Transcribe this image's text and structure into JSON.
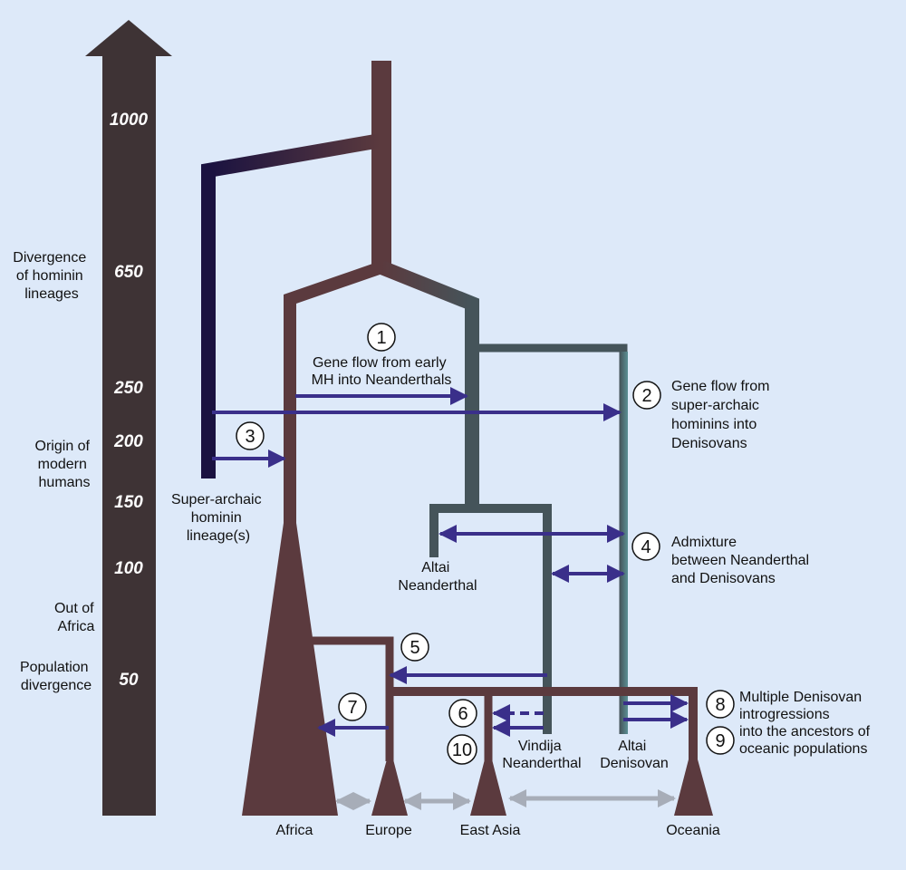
{
  "colors": {
    "background": "#dde9f9",
    "axis": "#3e3335",
    "modern_human": "#5b3a3e",
    "neanderthal": "#45545a",
    "denisovan": "#5b8f94",
    "super_archaic": "#1a1240",
    "gene_flow_arrow": "#3a2f8a",
    "migration_arrow": "#a7adb8"
  },
  "axis": {
    "ticks": [
      "1000",
      "650",
      "250",
      "200",
      "150",
      "100",
      "50"
    ]
  },
  "events": {
    "divergence": [
      "Divergence",
      "of hominin",
      "lineages"
    ],
    "origin": [
      "Origin of",
      "modern",
      "humans"
    ],
    "out_of_africa": [
      "Out of",
      "Africa"
    ],
    "population_divergence": [
      "Population",
      "divergence"
    ]
  },
  "lineages": {
    "super_archaic": [
      "Super-archaic",
      "hominin",
      "lineage(s)"
    ],
    "altai_neanderthal": [
      "Altai",
      "Neanderthal"
    ],
    "vindija_neanderthal": [
      "Vindija",
      "Neanderthal"
    ],
    "altai_denisovan": [
      "Altai",
      "Denisovan"
    ]
  },
  "populations": [
    "Africa",
    "Europe",
    "East Asia",
    "Oceania"
  ],
  "flows": {
    "f1": {
      "num": "1",
      "lines": [
        "Gene flow from early",
        "MH into Neanderthals"
      ]
    },
    "f2": {
      "num": "2",
      "lines": [
        "Gene flow from",
        "super-archaic",
        "hominins into",
        "Denisovans"
      ]
    },
    "f3": {
      "num": "3"
    },
    "f4": {
      "num": "4",
      "lines": [
        "Admixture",
        "between Neanderthal",
        "and Denisovans"
      ]
    },
    "f5": {
      "num": "5"
    },
    "f6": {
      "num": "6"
    },
    "f7": {
      "num": "7"
    },
    "f8": {
      "num": "8",
      "lines": [
        "Multiple Denisovan",
        "introgressions",
        "into the ancestors of",
        "oceanic populations"
      ]
    },
    "f9": {
      "num": "9"
    },
    "f10": {
      "num": "10"
    }
  }
}
